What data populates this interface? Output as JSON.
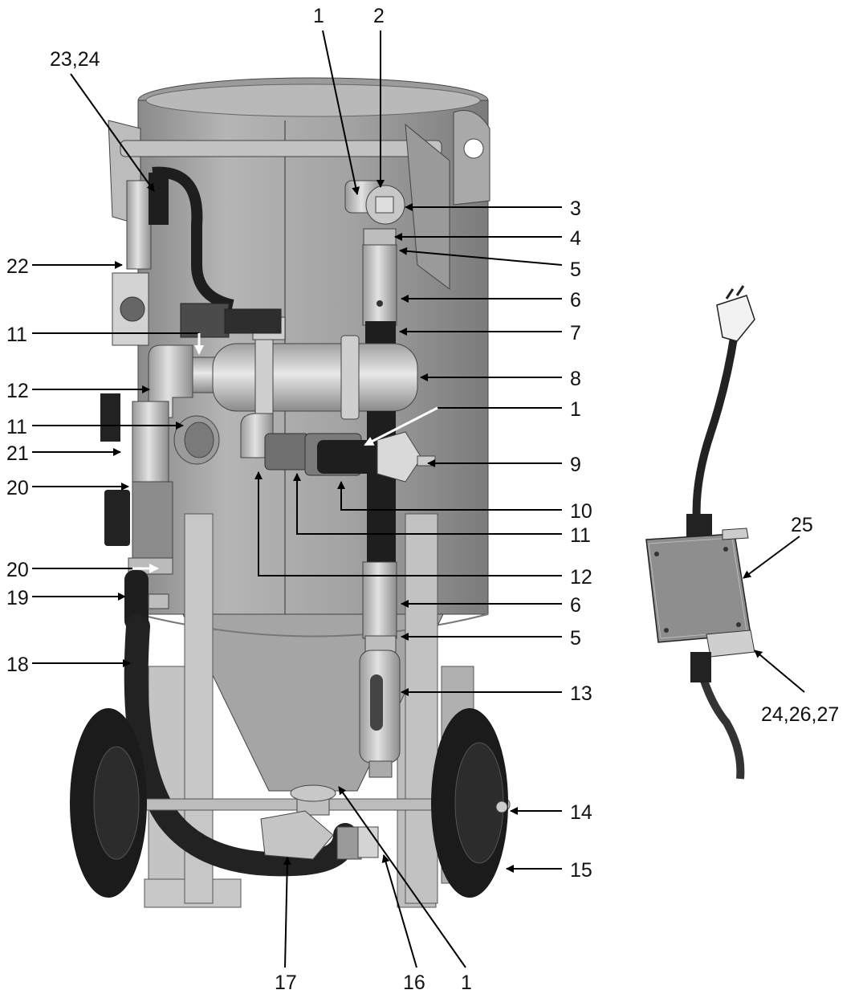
{
  "colors": {
    "tank": "#a9a9a9",
    "tank_dark": "#7c7c7c",
    "frame": "#b8b8b8",
    "hose": "#2a2a2a",
    "tire": "#1b1b1b",
    "metal": "#c9c9c9",
    "box": "#8e8e8e",
    "line": "#000000"
  },
  "labels": {
    "l1a": "1",
    "l2": "2",
    "l3": "3",
    "l4": "4",
    "l5a": "5",
    "l6a": "6",
    "l7": "7",
    "l8": "8",
    "l1b": "1",
    "l9": "9",
    "l10": "10",
    "l11a": "11",
    "l12a": "12",
    "l5b": "5",
    "l6b": "6",
    "l13": "13",
    "l14": "14",
    "l15": "15",
    "l16": "16",
    "l17": "17",
    "l1c": "1",
    "l2324": "23,24",
    "l22": "22",
    "l11b": "11",
    "l12b": "12",
    "l11c": "11",
    "l21": "21",
    "l20a": "20",
    "l20b": "20",
    "l19": "19",
    "l18": "18",
    "l25": "25",
    "l242627": "24,26,27"
  }
}
